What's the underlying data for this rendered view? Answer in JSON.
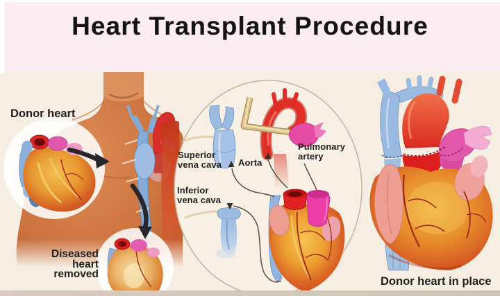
{
  "title": "Heart Transplant Procedure",
  "labels": {
    "donor_heart": "Donor heart",
    "diseased_heart_removed": "Diseased\nheart\nremoved",
    "superior_vena_cava": "Superior\nvena cava",
    "aorta": "Aorta",
    "pulmonary_artery": "Pulmonary\nartery",
    "inferior_vena_cava": "Inferior\nvena cava",
    "donor_heart_in_place": "Donor heart in place"
  },
  "colors": {
    "header_bg": "#fbedf1",
    "body_bg": "#f6eee2",
    "title_text": "#141414",
    "label_text": "#201f1d",
    "skin": "#cd7440",
    "heart_red": "#dd2522",
    "heart_orange": "#e8892c",
    "artery_pink": "#e54aa4",
    "vein_blue": "#9cbbe0",
    "connector_line": "#55504a",
    "arrow_black": "#26262c",
    "circle_outline": "#c7b59c",
    "bottom_band": "#d5c8bd"
  }
}
